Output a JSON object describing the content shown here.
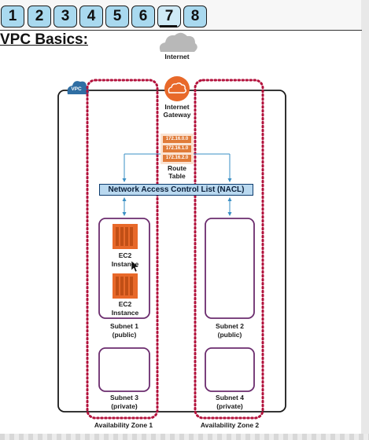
{
  "tabs": [
    {
      "label": "1",
      "active": false
    },
    {
      "label": "2",
      "active": false
    },
    {
      "label": "3",
      "active": false
    },
    {
      "label": "4",
      "active": false
    },
    {
      "label": "5",
      "active": false
    },
    {
      "label": "6",
      "active": false
    },
    {
      "label": "7",
      "active": true
    },
    {
      "label": "8",
      "active": false
    }
  ],
  "page_title": "VPC Basics:",
  "diagram": {
    "internet_label": "Internet",
    "vpc_tag": "VPC",
    "gateway_label_line1": "Internet",
    "gateway_label_line2": "Gateway",
    "route_table": {
      "entries": [
        "172.16.0.0",
        "172.16.1.0",
        "172.16.2.0"
      ],
      "label_line1": "Route",
      "label_line2": "Table"
    },
    "nacl_label": "Network Access Control List (NACL)",
    "ec2_instances": [
      {
        "line1": "EC2",
        "line2": "Instance"
      },
      {
        "line1": "EC2",
        "line2": "Instance"
      }
    ],
    "subnets": [
      {
        "name": "Subnet 1",
        "type": "(public)"
      },
      {
        "name": "Subnet 2",
        "type": "(public)"
      },
      {
        "name": "Subnet 3",
        "type": "(private)"
      },
      {
        "name": "Subnet 4",
        "type": "(private)"
      }
    ],
    "availability_zones": [
      "Availability Zone 1",
      "Availability Zone 2"
    ],
    "colors": {
      "az_border": "#b3123c",
      "subnet_border": "#6b2c6e",
      "gateway": "#e8692a",
      "ec2": "#e8692a",
      "nacl_fill": "#bad9f0",
      "arrow": "#3a8fc4",
      "tab_fill": "#a9d9ef"
    }
  }
}
